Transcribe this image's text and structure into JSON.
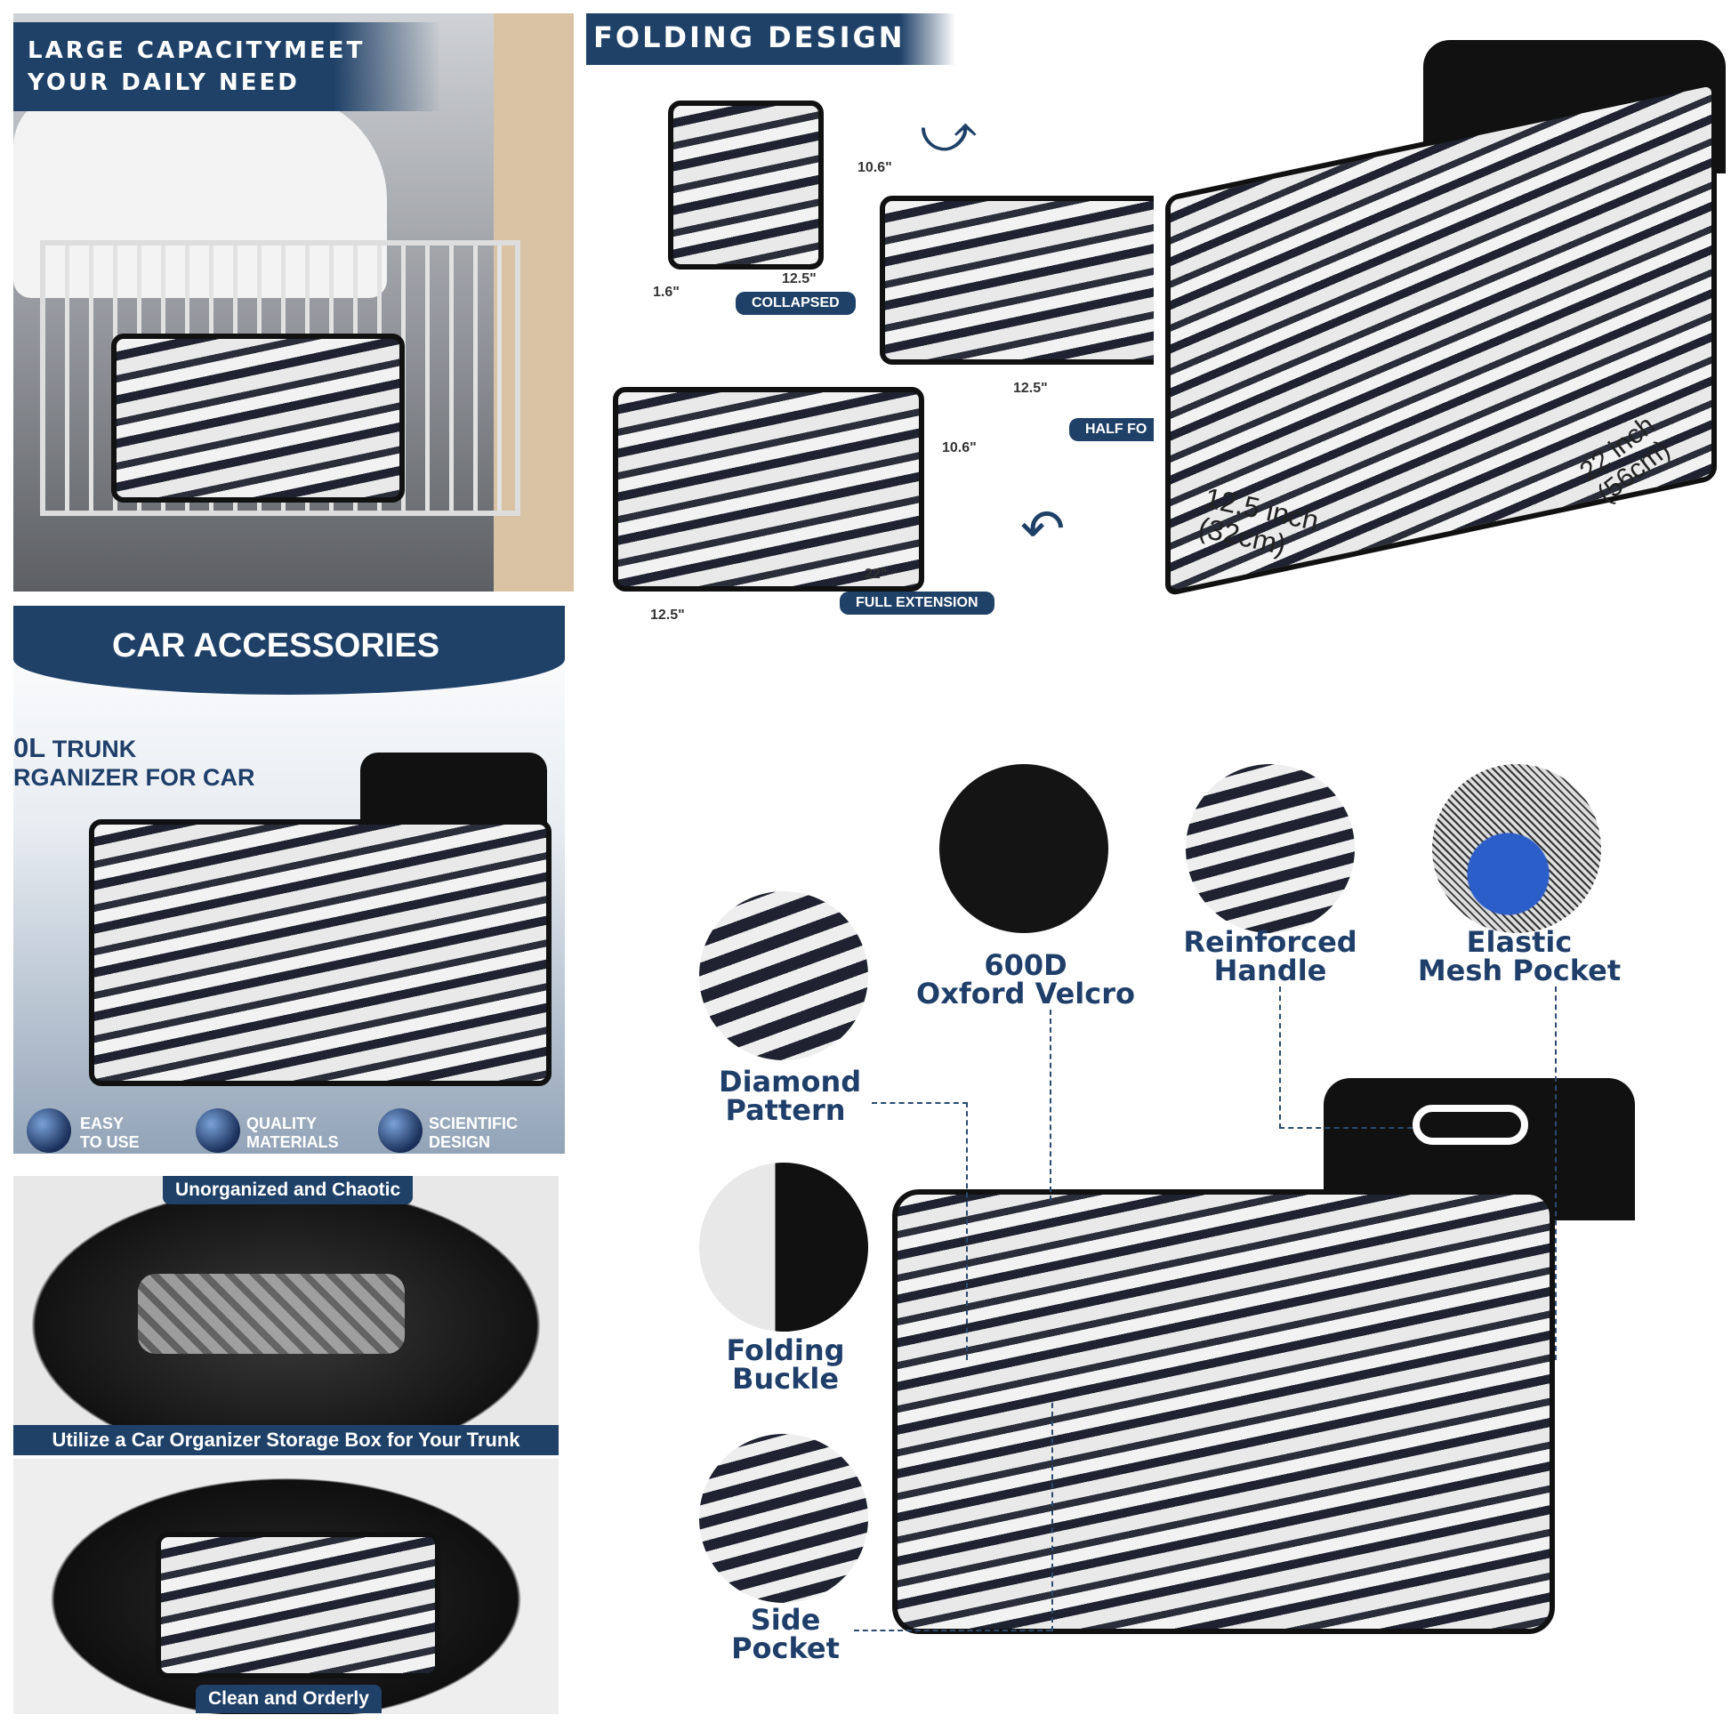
{
  "panel_cart": {
    "title_line1": "LARGE CAPACITYMEET",
    "title_line2": "YOUR DAILY NEED"
  },
  "panel_folding": {
    "title": "FOLDING DESIGN",
    "collapsed": {
      "label": "COLLAPSED",
      "height": "10.6\"",
      "width": "12.5\"",
      "depth": "1.6\""
    },
    "half": {
      "label": "HALF FO",
      "width": "12.5\""
    },
    "full": {
      "label": "FULL EXTENSION",
      "height": "10.6\"",
      "length": "22\"",
      "width": "12.5\""
    }
  },
  "panel_dimensions": {
    "width_line1": "12.5 inch",
    "width_line2": "(32cm)",
    "length_line1": "22 inch",
    "length_line2": "(56cm)"
  },
  "panel_accessories": {
    "title": "CAR ACCESSORIES",
    "headline_bold": "0L",
    "headline_line1": "TRUNK",
    "headline_line2": "RGANIZER FOR CAR",
    "features": [
      {
        "icon": "hand-touch-icon",
        "line1": "EASY",
        "line2": "TO USE"
      },
      {
        "icon": "quality-badge-icon",
        "line1": "QUALITY",
        "line2": "MATERIALS"
      },
      {
        "icon": "atom-icon",
        "line1": "SCIENTIFIC",
        "line2": "DESIGN"
      }
    ]
  },
  "panel_trunk": {
    "top_caption": "Unorganized and Chaotic",
    "middle_caption": "Utilize a Car Organizer Storage Box for Your Trunk",
    "bottom_caption": "Clean and Orderly"
  },
  "panel_features": {
    "items": [
      {
        "line1": "Diamond",
        "line2": "Pattern"
      },
      {
        "line1": "600D",
        "line2": "Oxford Velcro"
      },
      {
        "line1": "Reinforced",
        "line2": "Handle"
      },
      {
        "line1": "Elastic",
        "line2": "Mesh Pocket"
      },
      {
        "line1": "Folding",
        "line2": "Buckle"
      },
      {
        "line1": "Side",
        "line2": "Pocket"
      }
    ]
  },
  "colors": {
    "brand_navy": "#1f4168",
    "label_navy": "#1f3f6a"
  }
}
